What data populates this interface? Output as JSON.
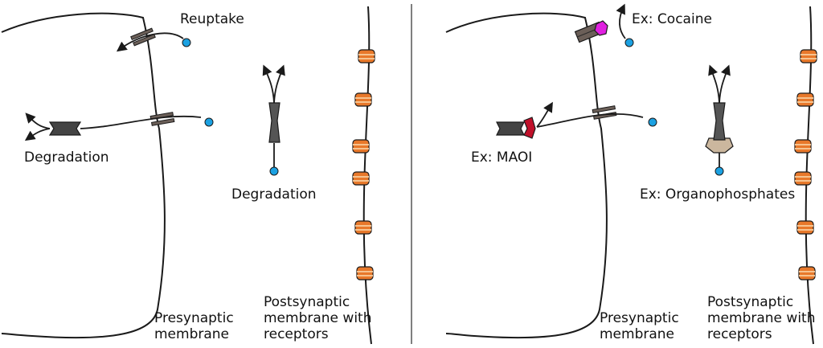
{
  "colors": {
    "line": "#1a1a1a",
    "neurotransmitter": "#1ba1e2",
    "enzyme": "#444444",
    "receptor": "#e8782a",
    "receptor_stripe": "#f6c38f",
    "channel": "#6b5f58",
    "maoi_inhibitor": "#c0102a",
    "cocaine": "#e020e0",
    "organophosphate": "#cbb79e"
  },
  "left_panel": {
    "reuptake_label": "Reuptake",
    "degradation_label_enzyme": "Degradation",
    "degradation_label_cleft": "Degradation",
    "presynaptic_label": "Presynaptic membrane",
    "postsynaptic_label": "Postsynaptic membrane with receptors"
  },
  "right_panel": {
    "cocaine_label": "Ex: Cocaine",
    "maoi_label": "Ex: MAOI",
    "organophosphates_label": "Ex: Organophosphates",
    "presynaptic_label": "Presynaptic membrane",
    "postsynaptic_label": "Postsynaptic membrane with receptors"
  },
  "icons": {
    "neurotransmitter": "circle-dot",
    "enzyme": "bowtie-shape",
    "receptor": "striped-pill",
    "transporter": "double-bar-channel"
  }
}
